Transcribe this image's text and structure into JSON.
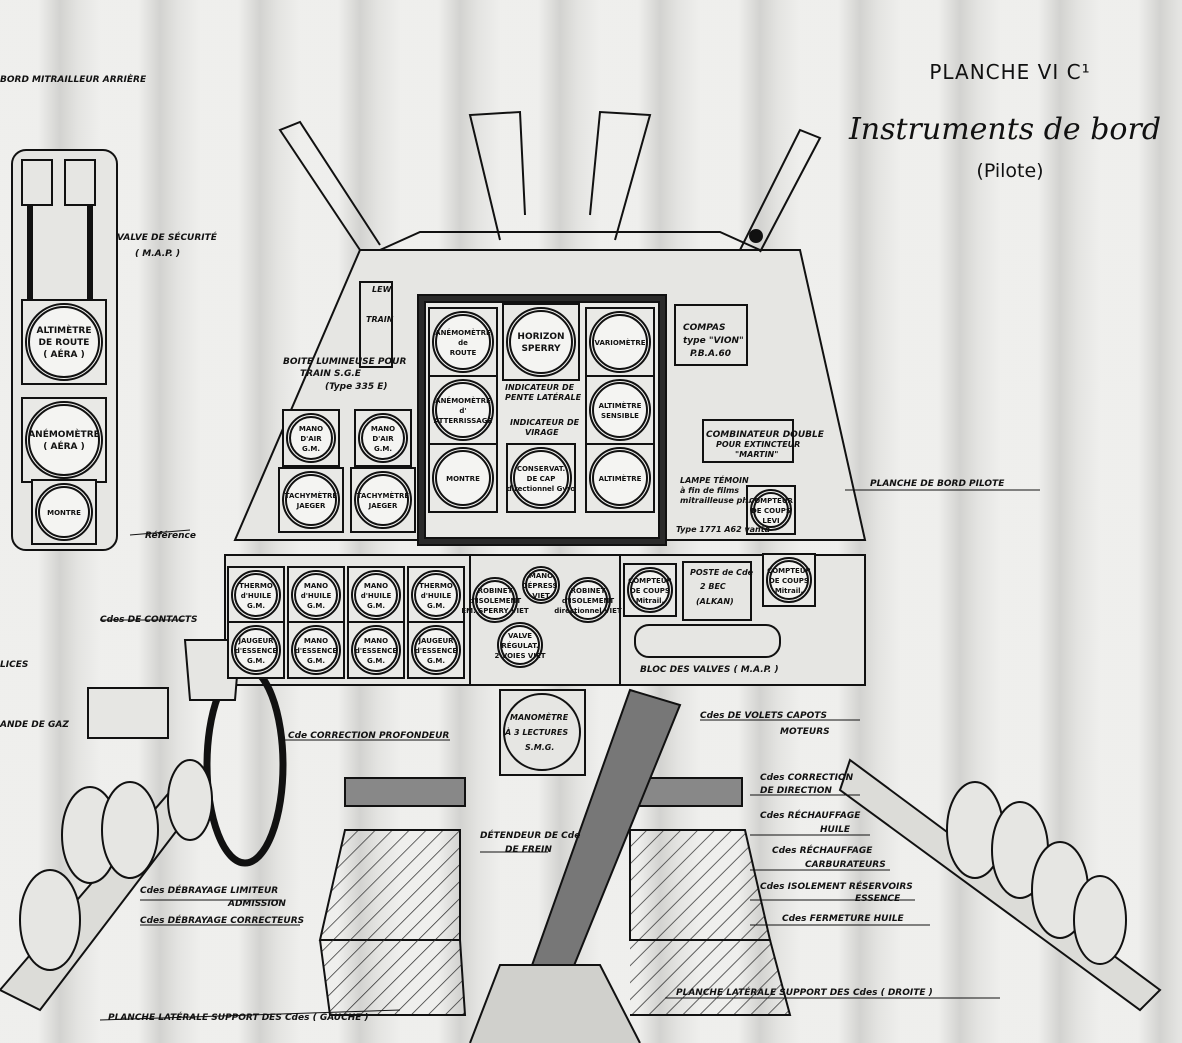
{
  "title": {
    "plate": "PLANCHE VI C¹",
    "main": "Instruments de bord",
    "sub": "(Pilote)"
  },
  "labels": {
    "rear_board": "BORD MITRAILLEUR ARRIÈRE",
    "safety_valve": "VALVE DE SÉCURITÉ",
    "safety_valve_sub": "( M.A.P. )",
    "reference": "Référence",
    "light_box": "BOITE LUMINEUSE POUR",
    "light_box_2": "TRAIN S.G.E",
    "light_box_3": "(Type 335 E)",
    "compas": "COMPAS",
    "compas_2": "type \"VION\"",
    "compas_3": "P.B.A.60",
    "combinateur": "COMBINATEUR DOUBLE",
    "combinateur_2": "POUR EXTINCTEUR",
    "combinateur_3": "\"MARTIN\"",
    "lampe": "LAMPE TÉMOIN",
    "lampe_2": "à fin de films",
    "lampe_3": "mitrailleuse ph.",
    "lampe_4": "Type 1771 A62 vanta",
    "planche_pilote": "PLANCHE DE BORD PILOTE",
    "contacts": "Cdes DE CONTACTS",
    "helices": "LICES",
    "gaz": "ANDE DE GAZ",
    "correction_prof": "Cde CORRECTION PROFONDEUR",
    "volets": "Cdes DE VOLETS CAPOTS",
    "volets_2": "MOTEURS",
    "correction_dir": "Cdes CORRECTION",
    "correction_dir_2": "DE DIRECTION",
    "rech_huile": "Cdes RÉCHAUFFAGE",
    "rech_huile_2": "HUILE",
    "rech_carb": "Cdes RÉCHAUFFAGE",
    "rech_carb_2": "CARBURATEURS",
    "isolement": "Cdes ISOLEMENT RÉSERVOIRS",
    "isolement_2": "ESSENCE",
    "fermeture": "Cdes FERMETURE HUILE",
    "detendeur": "DÉTENDEUR DE Cde",
    "detendeur_2": "DE FREIN",
    "debrayage_lim": "Cdes DÉBRAYAGE LIMITEUR",
    "debrayage_lim_2": "ADMISSION",
    "debrayage_corr": "Cdes DÉBRAYAGE CORRECTEURS",
    "bloc_valves": "BLOC DES VALVES ( M.A.P. )",
    "poste": "POSTE de Cde",
    "poste_2": "2 BEC",
    "poste_3": "(ALKAN)",
    "support_gauche": "PLANCHE LATÉRALE SUPPORT DES Cdes ( GAUCHE )",
    "support_droite": "PLANCHE LATÉRALE SUPPORT DES Cdes ( DROITE )",
    "manometre": "MANOMÈTRE",
    "manometre_2": "À 3 LECTURES",
    "manometre_3": "S.M.G.",
    "indic_pente": "INDICATEUR DE",
    "indic_pente_2": "PENTE LATÉRALE",
    "indic_virage": "INDICATEUR DE",
    "indic_virage_2": "VIRAGE",
    "train_1": "LEW",
    "train_2": "TRAIN"
  },
  "rear_gauges": [
    {
      "l1": "ALTIMÈTRE",
      "l2": "DE ROUTE",
      "l3": "( AÉRA )"
    },
    {
      "l1": "ANÉMOMÈTRE",
      "l2": "( AÉRA )",
      "l3": ""
    },
    {
      "l1": "MONTRE",
      "l2": "",
      "l3": ""
    }
  ],
  "center_gauges": [
    {
      "l1": "ANÉMOMÈTRE",
      "l2": "de",
      "l3": "ROUTE"
    },
    {
      "l1": "HORIZON",
      "l2": "SPERRY",
      "l3": ""
    },
    {
      "l1": "VARIOMÈTRE",
      "l2": "",
      "l3": ""
    },
    {
      "l1": "ANÉMOMÈTRE",
      "l2": "d'",
      "l3": "ATTERRISSAGE"
    },
    {
      "l1": "ALTIMÈTRE",
      "l2": "SENSIBLE",
      "l3": ""
    },
    {
      "l1": "MONTRE",
      "l2": "",
      "l3": ""
    },
    {
      "l1": "CONSERVAT.",
      "l2": "DE CAP",
      "l3": "directionnel Gyro"
    },
    {
      "l1": "ALTIMÈTRE",
      "l2": "",
      "l3": ""
    }
  ],
  "left_gauges": [
    {
      "l1": "MANO",
      "l2": "D'AIR",
      "l3": "G.M."
    },
    {
      "l1": "MANO",
      "l2": "D'AIR",
      "l3": "G.M."
    },
    {
      "l1": "TACHYMÈTRE",
      "l2": "JAEGER",
      "l3": ""
    },
    {
      "l1": "TACHYMÈTRE",
      "l2": "JAEGER",
      "l3": ""
    }
  ],
  "lower_gauges": [
    {
      "l1": "THERMO",
      "l2": "d'HUILE",
      "l3": "G.M."
    },
    {
      "l1": "MANO",
      "l2": "d'HUILE",
      "l3": "G.M."
    },
    {
      "l1": "MANO",
      "l2": "d'HUILE",
      "l3": "G.M."
    },
    {
      "l1": "THERMO",
      "l2": "d'HUILE",
      "l3": "G.M."
    },
    {
      "l1": "JAUGEUR",
      "l2": "d'ESSENCE",
      "l3": "G.M."
    },
    {
      "l1": "MANO",
      "l2": "d'ESSENCE",
      "l3": "G.M."
    },
    {
      "l1": "MANO",
      "l2": "d'ESSENCE",
      "l3": "G.M."
    },
    {
      "l1": "JAUGEUR",
      "l2": "d'ESSENCE",
      "l3": "G.M."
    }
  ],
  "valve_gauges": [
    {
      "l1": "ROBINET",
      "l2": "d'ISOLEMENT",
      "l3": "EM. SPERRY VIET"
    },
    {
      "l1": "MANO",
      "l2": "DÉPRESS.",
      "l3": "VIET"
    },
    {
      "l1": "ROBINET",
      "l2": "d'ISOLEMENT",
      "l3": "directionnel VIET"
    },
    {
      "l1": "VALVE",
      "l2": "RÉGULAT.",
      "l3": "2 VOIES VIET"
    }
  ],
  "counters": [
    {
      "l1": "COMPTEUR",
      "l2": "DE COUPS",
      "l3": "LEVI"
    },
    {
      "l1": "COMPTEUR",
      "l2": "DE COUPS",
      "l3": "Mitrail."
    },
    {
      "l1": "COMPTEUR",
      "l2": "DE COUPS",
      "l3": "Mitrail."
    }
  ]
}
